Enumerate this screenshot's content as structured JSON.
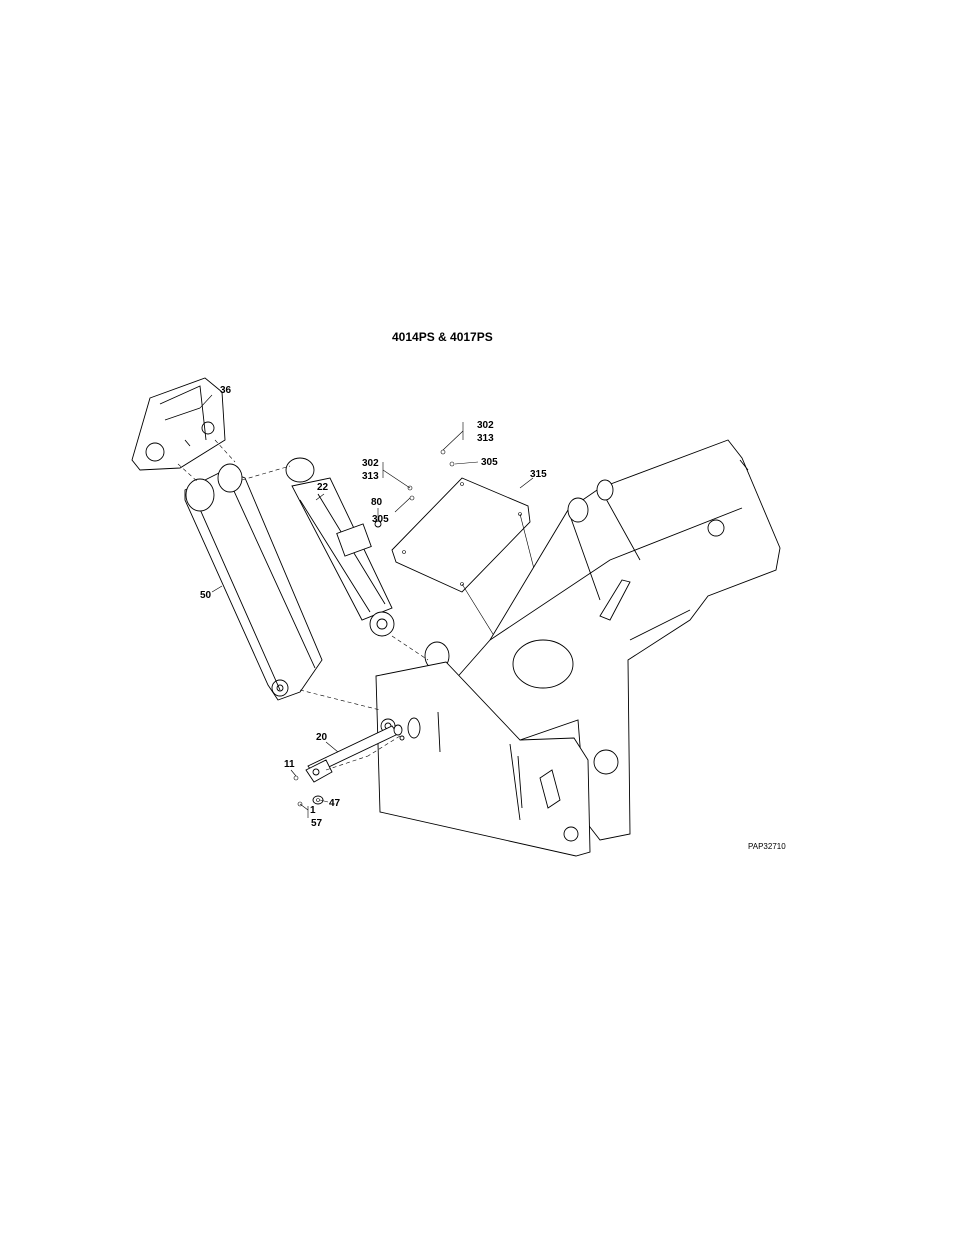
{
  "title": "4014PS & 4017PS",
  "drawing_code": "PAP32710",
  "callouts": {
    "c36": "36",
    "c302a": "302",
    "c313a": "313",
    "c305a": "305",
    "c315": "315",
    "c302b": "302",
    "c313b": "313",
    "c22": "22",
    "c80": "80",
    "c305b": "305",
    "c50": "50",
    "c20": "20",
    "c11": "11",
    "c47": "47",
    "c1": "1",
    "c57": "57"
  }
}
